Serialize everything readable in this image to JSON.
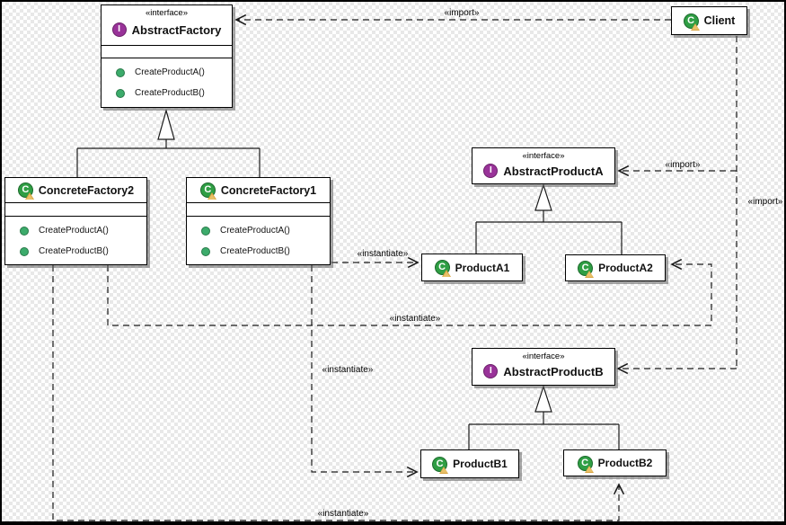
{
  "diagram": {
    "title_hint": "Abstract Factory UML class diagram",
    "classes": {
      "abstract_factory": {
        "stereotype": "«interface»",
        "name": "AbstractFactory",
        "methods": [
          "CreateProductA()",
          "CreateProductB()"
        ]
      },
      "concrete_factory2": {
        "name": "ConcreteFactory2",
        "methods": [
          "CreateProductA()",
          "CreateProductB()"
        ]
      },
      "concrete_factory1": {
        "name": "ConcreteFactory1",
        "methods": [
          "CreateProductA()",
          "CreateProductB()"
        ]
      },
      "client": {
        "name": "Client"
      },
      "abstract_product_a": {
        "stereotype": "«interface»",
        "name": "AbstractProductA"
      },
      "product_a1": {
        "name": "ProductA1"
      },
      "product_a2": {
        "name": "ProductA2"
      },
      "abstract_product_b": {
        "stereotype": "«interface»",
        "name": "AbstractProductB"
      },
      "product_b1": {
        "name": "ProductB1"
      },
      "product_b2": {
        "name": "ProductB2"
      }
    },
    "edge_labels": {
      "client_imports_abstract_factory": "«import»",
      "client_imports_abstract_product_a": "«import»",
      "client_imports_abstract_product_b": "«import»",
      "factory1_instantiates_product_a1": "«instantiate»",
      "factory2_instantiates_product_a2": "«instantiate»",
      "factory1_instantiates_product_b1": "«instantiate»",
      "factory2_instantiates_product_b2": "«instantiate»"
    },
    "icon_letters": {
      "class_icon": "C",
      "interface_icon": "I"
    },
    "colors": {
      "class_icon_green": "#2f9e44",
      "interface_icon_purple": "#993399",
      "method_dot_green": "#3cab6b",
      "class_icon_triangle_tan": "#d9a441",
      "line": "#1a1a1a",
      "box_background": "#ffffff",
      "canvas_checker": "#e8e8e8"
    }
  }
}
